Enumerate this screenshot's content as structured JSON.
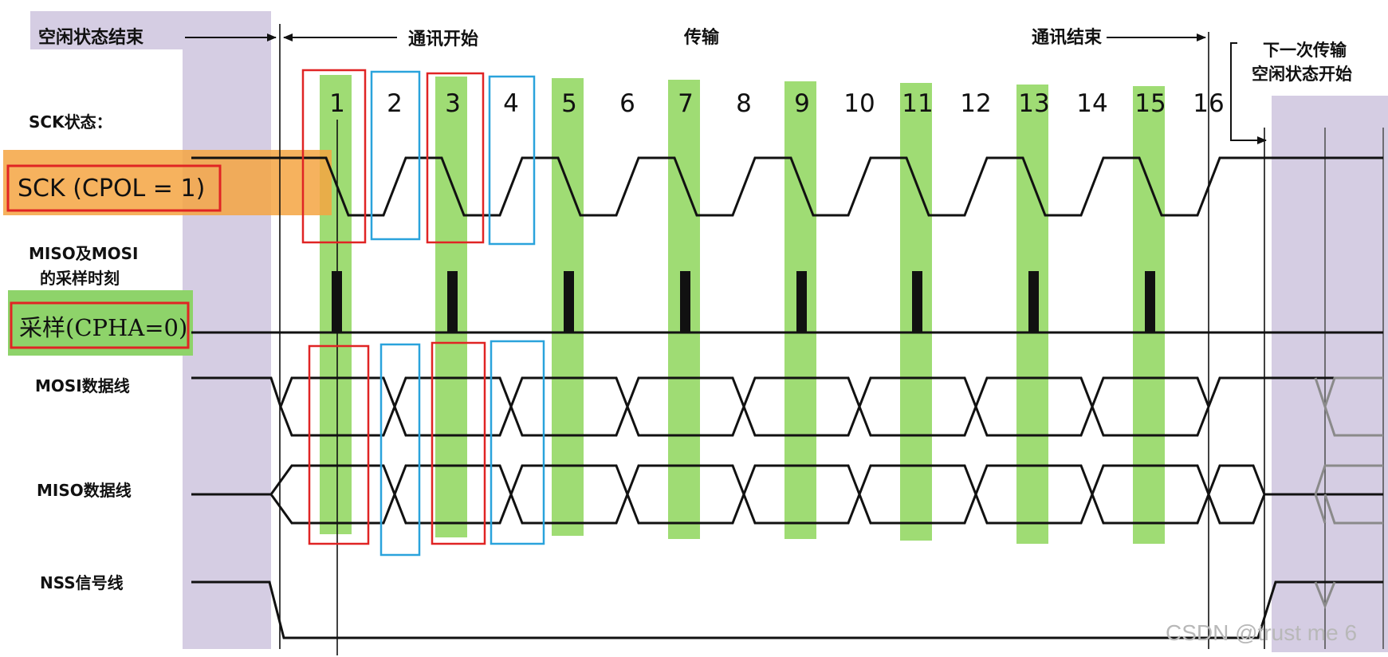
{
  "header": {
    "idle_end": "空闲状态结束",
    "comm_start": "通讯开始",
    "transfer": "传输",
    "comm_end": "通讯结束",
    "next_idle_line1": "下一次传输",
    "next_idle_line2": "空闲状态开始"
  },
  "signals": {
    "sck_state": "SCK状态：",
    "sck_mode": "SCK (CPOL = 1)",
    "sample_line1": "MISO及MOSI",
    "sample_line2": "的采样时刻",
    "sample_mode": "采样(CPHA=0)",
    "mosi": "MOSI数据线",
    "miso": "MISO数据线",
    "nss": "NSS信号线"
  },
  "edges": [
    "1",
    "2",
    "3",
    "4",
    "5",
    "6",
    "7",
    "8",
    "9",
    "10",
    "11",
    "12",
    "13",
    "14",
    "15",
    "16"
  ],
  "watermark": "CSDN @trust me 6",
  "colors": {
    "idle_band": "#d5cde3",
    "sample_band": "#9fdc74",
    "sck_highlight": "#f4a542",
    "cpha_highlight": "#8ed36a",
    "red_box": "#e02424",
    "blue_box": "#2aa3dc",
    "line": "#111111"
  }
}
